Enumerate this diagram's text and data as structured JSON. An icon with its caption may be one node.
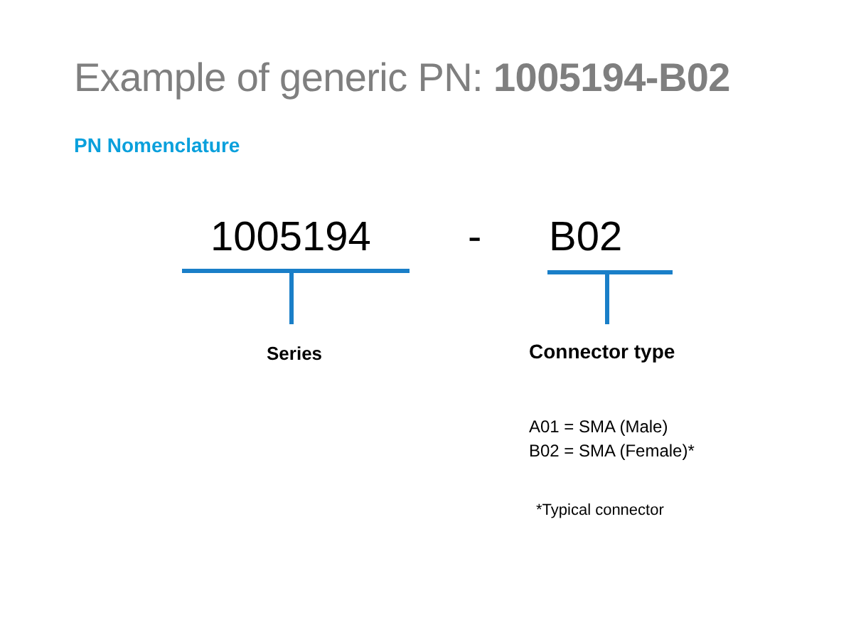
{
  "diagram": {
    "title": "Example of generic PN: **1005194-B02**",
    "labels": [
      "PN Nomenclature",
      "1005194",
      "-",
      "B02",
      "Series",
      "Connector type",
      "A01 = SMA (Male)",
      "B02 = SMA (Female)*",
      "*Typical connector"
    ]
  }
}
